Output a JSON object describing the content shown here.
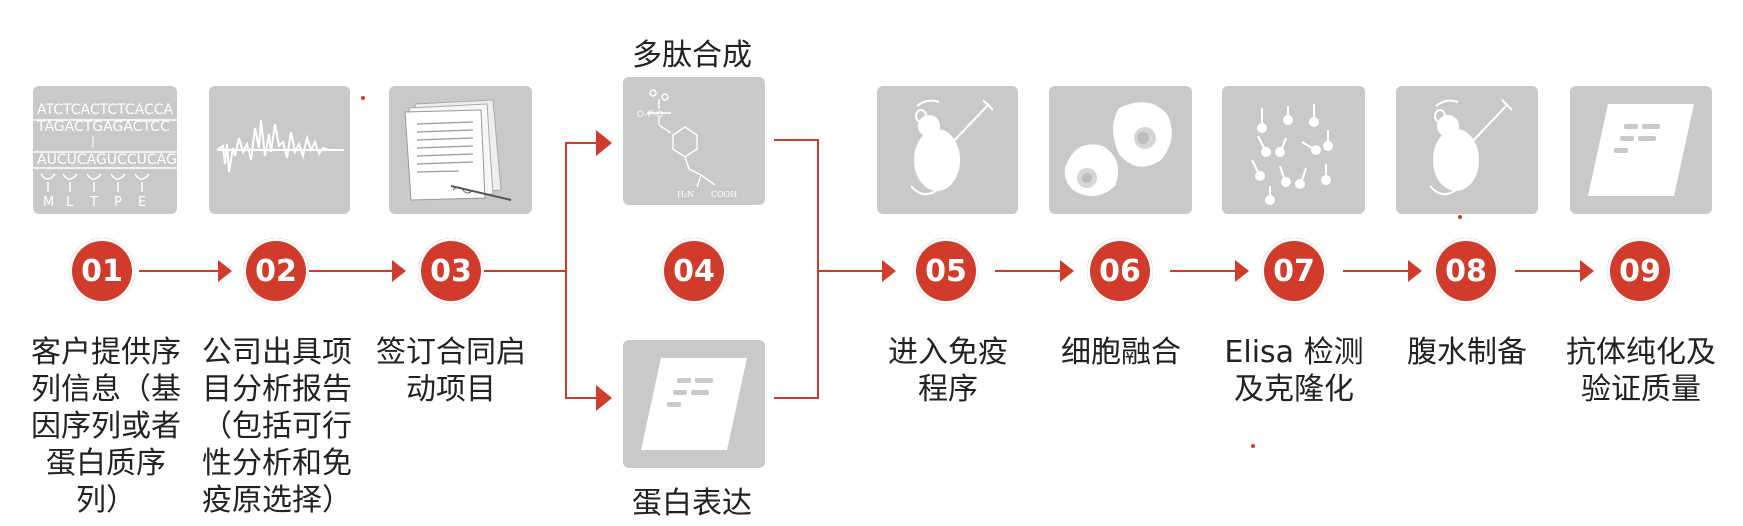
{
  "steps": [
    {
      "num": "01",
      "label": "客户提供序列信息（基因序列或者蛋白质序列）"
    },
    {
      "num": "02",
      "label": "公司出具项目分析报告（包括可行性分析和免疫原选择）"
    },
    {
      "num": "03",
      "label": "签订合同启动项目"
    },
    {
      "num": "04",
      "label_top": "多肽合成",
      "label_bottom": "蛋白表达"
    },
    {
      "num": "05",
      "label": "进入免疫程序"
    },
    {
      "num": "06",
      "label": "细胞融合"
    },
    {
      "num": "07",
      "label": "Elisa 检测及克隆化"
    },
    {
      "num": "08",
      "label": "腹水制备"
    },
    {
      "num": "09",
      "label": "抗体纯化及验证质量"
    }
  ],
  "seq_text": {
    "line1": "ATCTCACTCTCACCA",
    "line2": "TAGACTGAGACTCC",
    "line3": "AUCUCAGUCCUCAGG",
    "aa": [
      "M",
      "L",
      "T",
      "P",
      "E"
    ]
  },
  "peptide_text": {
    "cooh": "COOH",
    "h2n": "H₂N"
  },
  "colors": {
    "accent": "#d13b2b",
    "tile": "#c9c9c9",
    "tile_art": "#ffffff"
  },
  "icons": [
    "dna-sequence-icon",
    "waveform-report-icon",
    "contract-document-icon",
    "peptide-structure-icon",
    "protein-document-icon",
    "mouse-injection-icon",
    "cell-fusion-icon",
    "elisa-wells-icon",
    "mouse-ascites-icon",
    "antibody-document-icon"
  ]
}
